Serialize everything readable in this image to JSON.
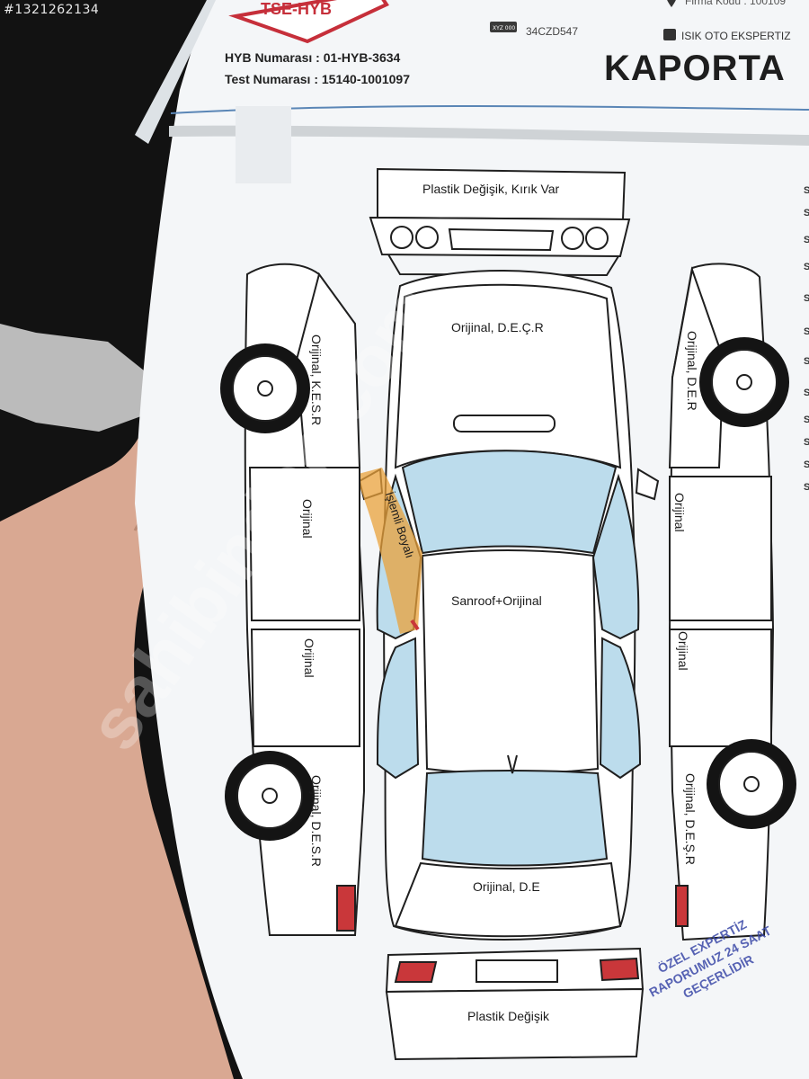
{
  "watermark_id": "#1321262134",
  "header": {
    "logo_text": "TSE-HYB",
    "hyb_number": "HYB Numarası : 01-HYB-3634",
    "test_number": "Test Numarası : 15140-1001097",
    "plate_badge": "XYZ 000",
    "plate": "34CZD547",
    "firm_code": "ISIK OTO EKSPERTIZ",
    "top_right": "Firma Kodu : 100109",
    "section_title": "KAPORTA"
  },
  "panels": {
    "front_bumper": "Plastik Değişik, Kırık Var",
    "hood": "Orijinal, D.E.Ç.R",
    "roof": "Sanroof+Orijinal",
    "trunk": "Orijinal, D.E",
    "rear_bumper": "Plastik Değişik",
    "left_front_fender": "Orijinal, K.E.S.R",
    "left_front_door": "Orijinal",
    "left_rear_door": "Orijinal",
    "left_rear_fender": "Orijinal, D.E.S.R",
    "right_front_fender": "Orijinal, D.E.R",
    "right_front_door": "Orijinal",
    "right_rear_door": "Orijinal",
    "right_rear_fender": "Orijinal, D.E.Ş.R",
    "pillar": "İşlemli Boyalı"
  },
  "stamp": {
    "line1": "ÖZEL EXPERTİZ",
    "line2": "RAPORUMUZ 24 SAAT",
    "line3": "GEÇERLİDİR"
  },
  "watermark_text": "sahibinden.com",
  "colors": {
    "paper": "#f4f6f8",
    "glass": "#bcdcec",
    "outline": "#1f1f1f",
    "tire": "#141414",
    "orange_mark": "#e9a23b",
    "red_light": "#c9373a",
    "logo_red": "#c62f3a",
    "stamp_blue": "#3b49a8",
    "rule_blue": "#5a86b6"
  }
}
